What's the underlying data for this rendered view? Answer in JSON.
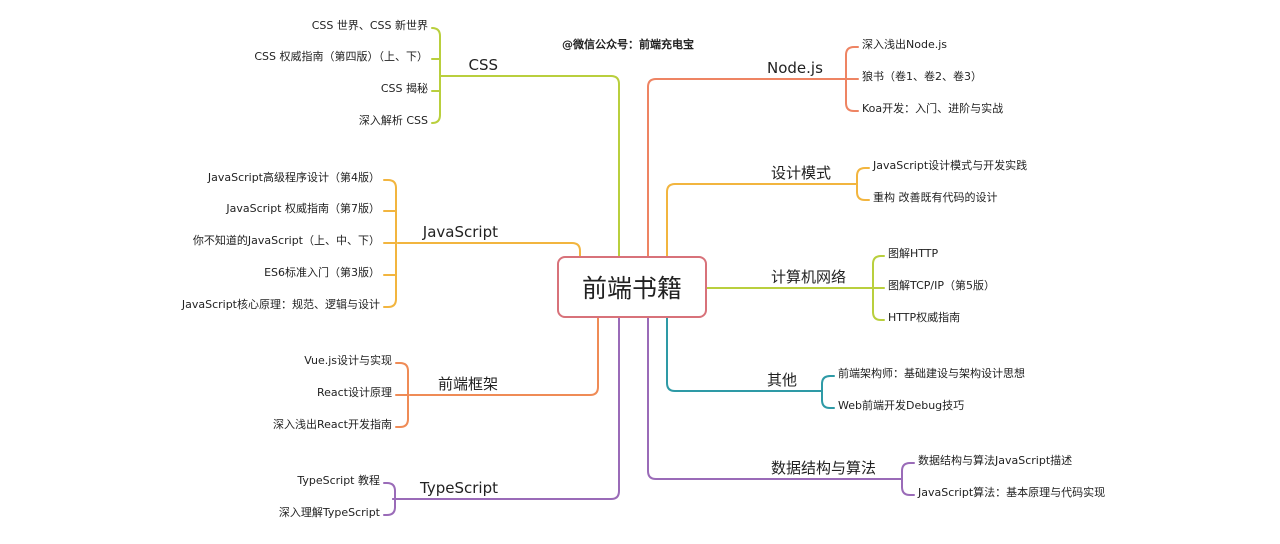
{
  "credit": "@微信公众号：前端充电宝",
  "root": "前端书籍",
  "branches": [
    {
      "label": "CSS",
      "color": "#b9cf3d",
      "side": "left",
      "children": [
        "CSS 世界、CSS 新世界",
        "CSS 权威指南（第四版）（上、下）",
        "CSS 揭秘",
        "深入解析 CSS"
      ]
    },
    {
      "label": "JavaScript",
      "color": "#f2b53f",
      "side": "left",
      "children": [
        "JavaScript高级程序设计（第4版）",
        "JavaScript 权威指南（第7版）",
        "你不知道的JavaScript（上、中、下）",
        "ES6标准入门（第3版）",
        "JavaScript核心原理：规范、逻辑与设计"
      ]
    },
    {
      "label": "前端框架",
      "color": "#ef8b56",
      "side": "left",
      "children": [
        "Vue.js设计与实现",
        "React设计原理",
        "深入浅出React开发指南"
      ]
    },
    {
      "label": "TypeScript",
      "color": "#9a6bb8",
      "side": "left",
      "children": [
        "TypeScript 教程",
        "深入理解TypeScript"
      ]
    },
    {
      "label": "Node.js",
      "color": "#ee8463",
      "side": "right",
      "children": [
        "深入浅出Node.js",
        "狼书（卷1、卷2、卷3）",
        "Koa开发：入门、进阶与实战"
      ]
    },
    {
      "label": "设计模式",
      "color": "#f2b53f",
      "side": "right",
      "children": [
        "JavaScript设计模式与开发实践",
        "重构 改善既有代码的设计"
      ]
    },
    {
      "label": "计算机网络",
      "color": "#b9cf3d",
      "side": "right",
      "children": [
        "图解HTTP",
        "图解TCP/IP（第5版）",
        "HTTP权威指南"
      ]
    },
    {
      "label": "其他",
      "color": "#2e9aa6",
      "side": "right",
      "children": [
        "前端架构师：基础建设与架构设计思想",
        "Web前端开发Debug技巧"
      ]
    },
    {
      "label": "数据结构与算法",
      "color": "#9a6bb8",
      "side": "right",
      "children": [
        "数据结构与算法JavaScript描述",
        "JavaScript算法：基本原理与代码实现"
      ]
    }
  ]
}
